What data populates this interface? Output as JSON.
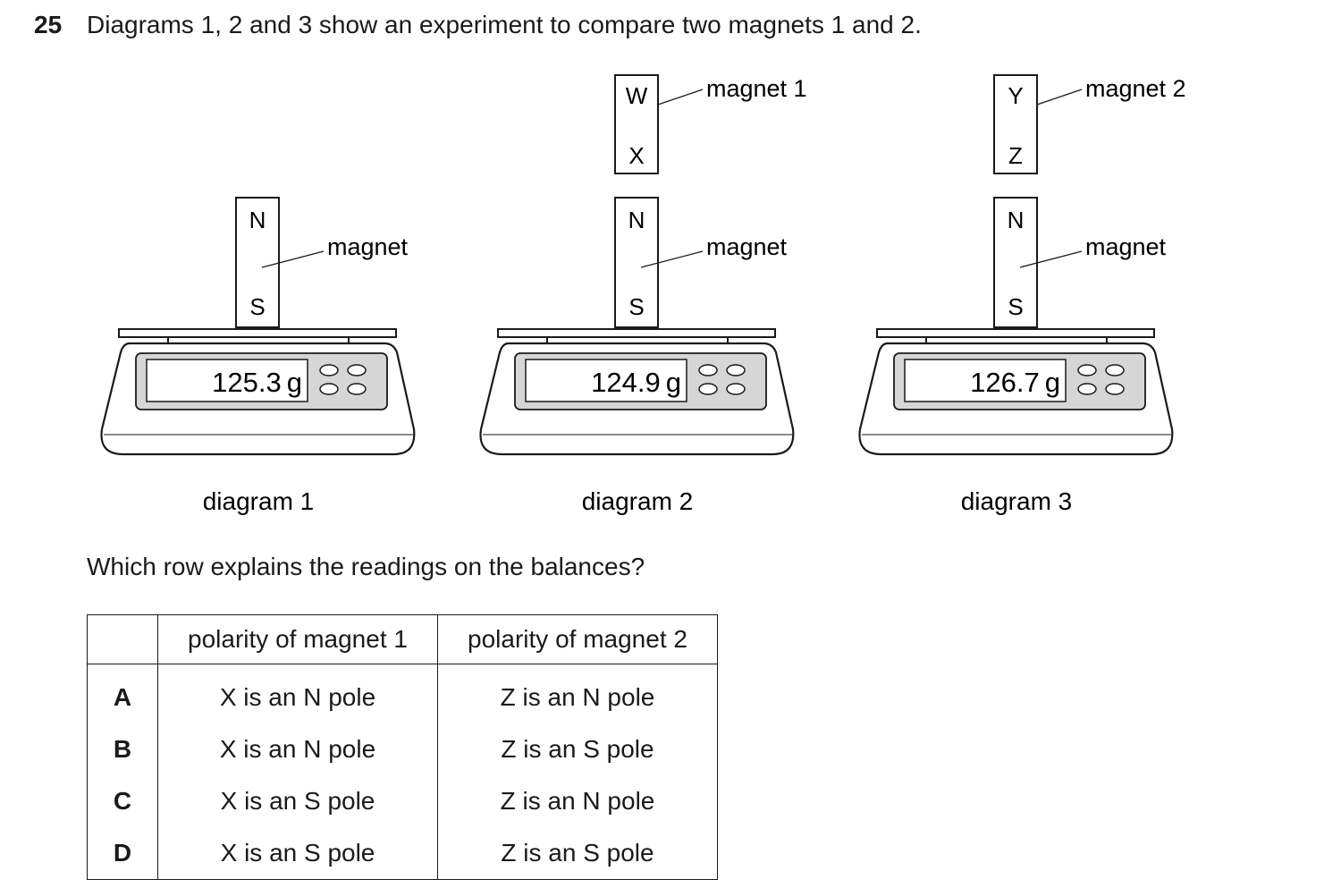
{
  "question": {
    "number": "25",
    "text": "Diagrams 1, 2 and 3 show an experiment to compare two magnets 1 and 2.",
    "prompt": "Which row explains the readings on the balances?"
  },
  "diagrams": [
    {
      "caption": "diagram 1",
      "reading_value": "125.3",
      "reading_unit": "g",
      "lower_magnet": {
        "label": "magnet",
        "top_pole": "N",
        "bottom_pole": "S"
      }
    },
    {
      "caption": "diagram 2",
      "reading_value": "124.9",
      "reading_unit": "g",
      "lower_magnet": {
        "label": "magnet",
        "top_pole": "N",
        "bottom_pole": "S"
      },
      "upper_magnet": {
        "label": "magnet 1",
        "top_end": "W",
        "bottom_end": "X"
      }
    },
    {
      "caption": "diagram 3",
      "reading_value": "126.7",
      "reading_unit": "g",
      "lower_magnet": {
        "label": "magnet",
        "top_pole": "N",
        "bottom_pole": "S"
      },
      "upper_magnet": {
        "label": "magnet 2",
        "top_end": "Y",
        "bottom_end": "Z"
      }
    }
  ],
  "table": {
    "headers": [
      "",
      "polarity of magnet 1",
      "polarity of magnet 2"
    ],
    "rows": [
      {
        "key": "A",
        "magnet1": "X is an N pole",
        "magnet2": "Z is an N pole"
      },
      {
        "key": "B",
        "magnet1": "X is an N pole",
        "magnet2": "Z is an S pole"
      },
      {
        "key": "C",
        "magnet1": "X is an S pole",
        "magnet2": "Z is an N pole"
      },
      {
        "key": "D",
        "magnet1": "X is an S pole",
        "magnet2": "Z is an S pole"
      }
    ]
  }
}
